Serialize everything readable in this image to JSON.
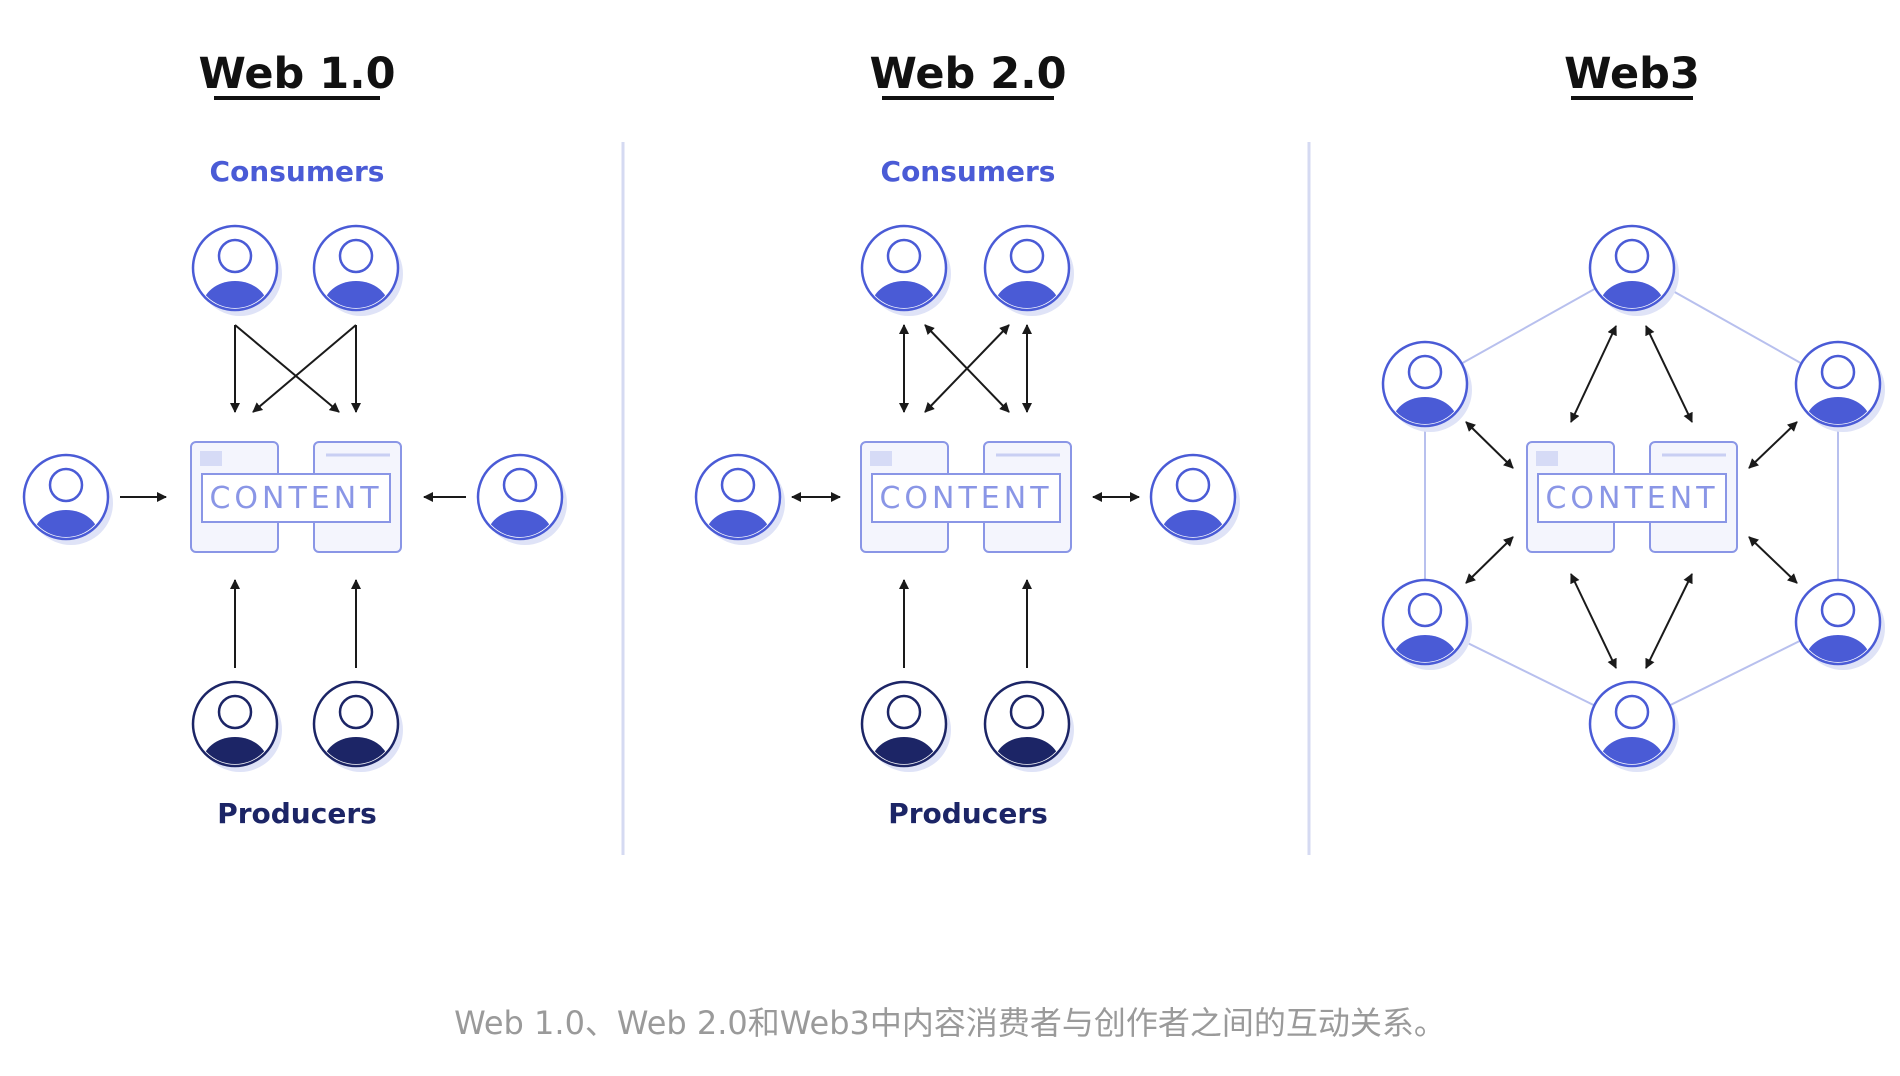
{
  "panels": [
    {
      "title": "Web 1.0",
      "consumers_label": "Consumers",
      "producers_label": "Producers",
      "content_label": "CONTENT"
    },
    {
      "title": "Web 2.0",
      "consumers_label": "Consumers",
      "producers_label": "Producers",
      "content_label": "CONTENT"
    },
    {
      "title": "Web3",
      "content_label": "CONTENT"
    }
  ],
  "caption": "Web 1.0、Web 2.0和Web3中内容消费者与创作者之间的互动关系。",
  "colors": {
    "consumer": "#4a5bd6",
    "producer": "#1c2566",
    "content": "#8a96e6",
    "ring": "#dfe3f7",
    "divider": "#d5daf2"
  },
  "icons": {
    "user": "person-avatar-icon",
    "content": "content-documents-icon"
  }
}
